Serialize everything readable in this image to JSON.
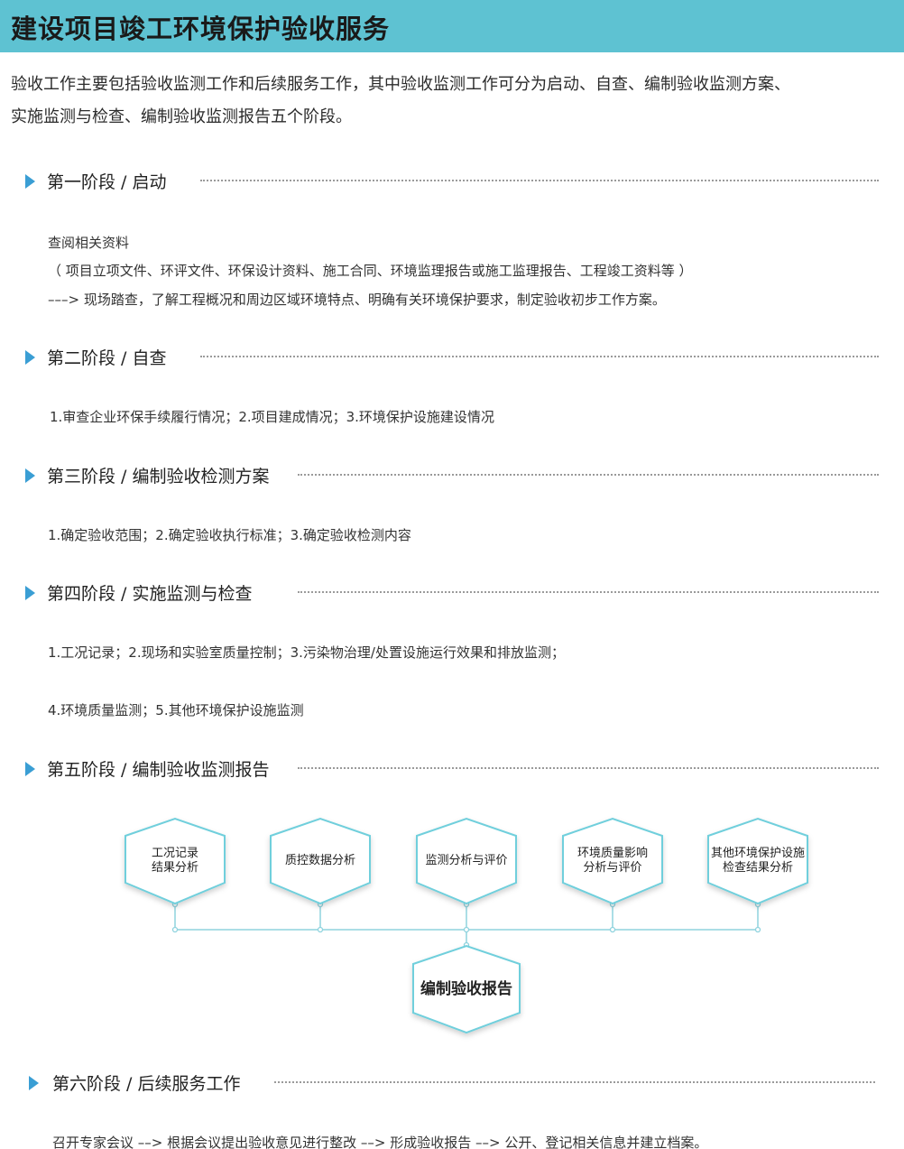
{
  "header": {
    "title": "建设项目竣工环境保护验收服务"
  },
  "intro": {
    "line1": "验收工作主要包括验收监测工作和后续服务工作，其中验收监测工作可分为启动、自查、编制验收监测方案、",
    "line2": "实施监测与检查、编制验收监测报告五个阶段。"
  },
  "stages": [
    {
      "title": "第一阶段 / 启动"
    },
    {
      "title": "第二阶段 / 自查"
    },
    {
      "title": "第三阶段 / 编制验收检测方案"
    },
    {
      "title": "第四阶段 / 实施监测与检查"
    },
    {
      "title": "第五阶段 / 编制验收监测报告"
    },
    {
      "title": "第六阶段 / 后续服务工作"
    }
  ],
  "stage1": {
    "line1": "查阅相关资料",
    "line2": "（ 项目立项文件、环评文件、环保设计资料、施工合同、环境监理报告或施工监理报告、工程竣工资料等 ）",
    "line3": "–––> 现场踏查，了解工程概况和周边区域环境特点、明确有关环境保护要求，制定验收初步工作方案。"
  },
  "stage2": {
    "line1": "1.审查企业环保手续履行情况；2.项目建成情况；3.环境保护设施建设情况"
  },
  "stage3": {
    "line1": "1.确定验收范围；2.确定验收执行标准；3.确定验收检测内容"
  },
  "stage4": {
    "line1": "1.工况记录；2.现场和实验室质量控制；3.污染物治理/处置设施运行效果和排放监测；",
    "line2": "4.环境质量监测；5.其他环境保护设施监测"
  },
  "stage5": {
    "nodes": [
      {
        "line1": "工况记录",
        "line2": "结果分析"
      },
      {
        "line1": "质控数据分析",
        "line2": ""
      },
      {
        "line1": "监测分析与评价",
        "line2": ""
      },
      {
        "line1": "环境质量影响",
        "line2": "分析与评价"
      },
      {
        "line1": "其他环境保护设施",
        "line2": "检查结果分析"
      }
    ],
    "final": "编制验收报告"
  },
  "stage6": {
    "line1": "召开专家会议 ––> 根据会议提出验收意见进行整改 ––> 形成验收报告 ––> 公开、登记相关信息并建立档案。"
  },
  "colors": {
    "banner": "#5ec2d2",
    "arrow": "#3a9ed4",
    "hex_border": "#6fcfdc"
  }
}
